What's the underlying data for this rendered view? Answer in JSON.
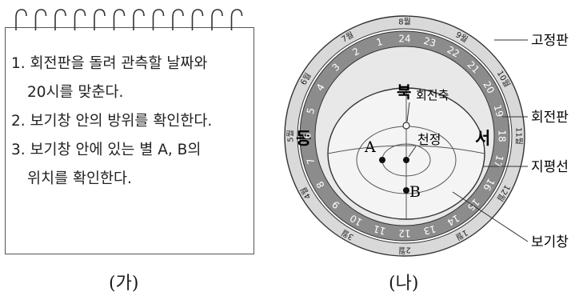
{
  "panel_ga": {
    "steps": [
      {
        "l1": "1. 회전판을 돌려 관측할 날짜와",
        "l2": "20시를 맞춘다."
      },
      {
        "l1": "2. 보기창 안의 방위를 확인한다.",
        "l2": ""
      },
      {
        "l1": "3. 보기창 안에 있는 별 A, B의",
        "l2": "위치를 확인한다."
      }
    ],
    "caption": "(가)"
  },
  "panel_na": {
    "caption": "(나)",
    "callouts": {
      "fixed": "고정판",
      "rotating": "회전판",
      "horizon": "지평선",
      "window": "보기창"
    },
    "directions": {
      "north": "북",
      "east": "동",
      "west": "서"
    },
    "labels": {
      "axis": "회전축",
      "zenith": "천정",
      "star_a": "A",
      "star_b": "B"
    },
    "hours": [
      "24",
      "23",
      "22",
      "21",
      "20",
      "19",
      "18",
      "17",
      "16",
      "15",
      "14",
      "13",
      "12",
      "11",
      "10",
      "9",
      "8",
      "7",
      "6",
      "5",
      "4",
      "3",
      "2",
      "1"
    ],
    "months": [
      "8월",
      "9월",
      "10월",
      "11월",
      "12월",
      "1월",
      "2월",
      "3월",
      "4월",
      "5월",
      "6월",
      "7월"
    ]
  },
  "colors": {
    "outer_ring": "#d9d9d9",
    "hour_ring": "#8c8c8c",
    "window": "#f4f4f4",
    "stand": "#9a9a9a",
    "line": "#333333"
  }
}
